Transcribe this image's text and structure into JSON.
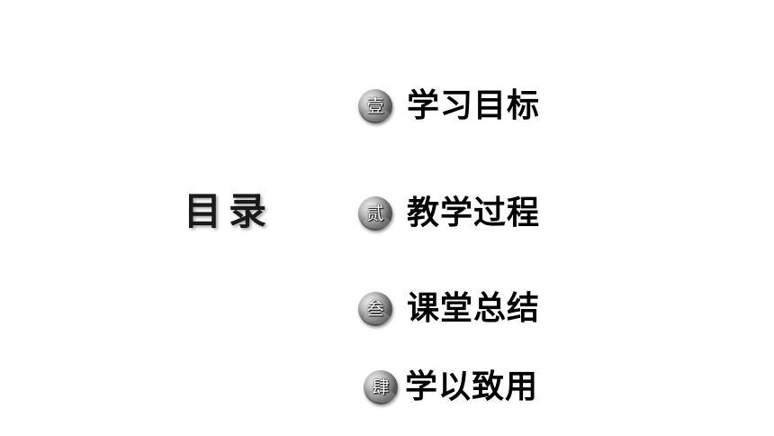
{
  "title": "目录",
  "items": [
    {
      "badge": "壹",
      "label": "学习目标"
    },
    {
      "badge": "贰",
      "label": "教学过程"
    },
    {
      "badge": "叁",
      "label": "课堂总结"
    },
    {
      "badge": "肆",
      "label": "学以致用"
    }
  ]
}
